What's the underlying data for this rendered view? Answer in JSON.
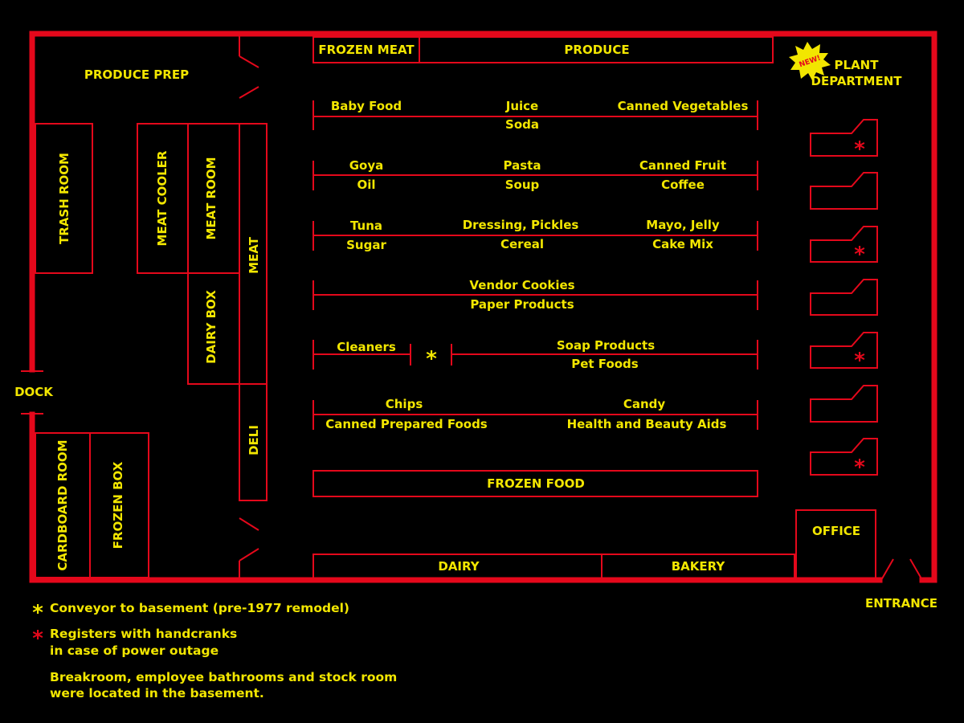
{
  "rooms": {
    "produce_prep": "PRODUCE PREP",
    "trash_room": "TRASH ROOM",
    "meat_cooler": "MEAT COOLER",
    "meat_room": "MEAT ROOM",
    "meat": "MEAT",
    "dairy_box": "DAIRY BOX",
    "deli": "DELI",
    "dock": "DOCK",
    "cardboard_room": "CARDBOARD ROOM",
    "frozen_box": "FROZEN BOX",
    "frozen_meat": "FROZEN MEAT",
    "produce": "PRODUCE",
    "plant_department_1": "PLANT",
    "plant_department_2": "DEPARTMENT",
    "new_badge": "NEW!",
    "office": "OFFICE",
    "entrance": "ENTRANCE",
    "dairy": "DAIRY",
    "bakery": "BAKERY",
    "frozen_food": "FROZEN FOOD"
  },
  "aisles": {
    "a1": {
      "top": [
        "Baby Food",
        "Juice",
        "Canned Vegetables"
      ],
      "bottom": [
        "Soda"
      ]
    },
    "a2": {
      "top": [
        "Goya",
        "Pasta",
        "Canned Fruit"
      ],
      "bottom": [
        "Oil",
        "Soup",
        "Coffee"
      ]
    },
    "a3": {
      "top": [
        "Tuna",
        "Dressing, Pickles",
        "Mayo, Jelly"
      ],
      "bottom": [
        "Sugar",
        "Cereal",
        "Cake Mix"
      ]
    },
    "a4": {
      "top": [
        "Vendor Cookies"
      ],
      "bottom": [
        "Paper Products"
      ]
    },
    "a5": {
      "top": [
        "Cleaners",
        "Soap Products"
      ],
      "bottom": [
        "Pet Foods"
      ]
    },
    "a6": {
      "top": [
        "Chips",
        "Candy"
      ],
      "bottom": [
        "Canned Prepared Foods",
        "Health and Beauty Aids"
      ]
    }
  },
  "markers": {
    "conveyor": "*",
    "register": "*"
  },
  "legend": {
    "conveyor": "Conveyor to basement (pre-1977 remodel)",
    "registers_1": "Registers with handcranks",
    "registers_2": "in case of power outage",
    "note_1": "Breakroom, employee bathrooms and stock room",
    "note_2": "were located in the basement."
  },
  "colors": {
    "background": "#000000",
    "walls": "#e4081b",
    "text": "#f2e600"
  }
}
